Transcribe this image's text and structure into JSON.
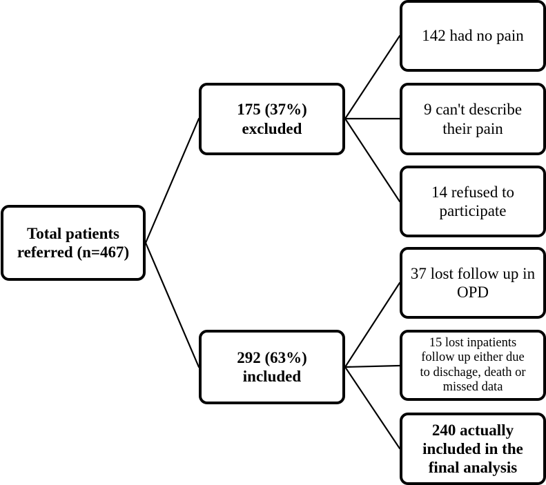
{
  "diagram": {
    "root": {
      "text": "Total patients\nreferred (n=467)"
    },
    "excluded": {
      "text": "175 (37%)\nexcluded",
      "children": [
        {
          "text": "142  had no pain"
        },
        {
          "text": "9 can't describe\ntheir pain"
        },
        {
          "text": "14 refused to\nparticipate"
        }
      ]
    },
    "included": {
      "text": "292 (63%)\nincluded",
      "children": [
        {
          "text": "37 lost follow up in\nOPD"
        },
        {
          "text": "15 lost inpatients\nfollow up either due\nto dischage, death or\nmissed data"
        },
        {
          "text": "240 actually\nincluded in the\nfinal analysis"
        }
      ]
    }
  },
  "colors": {
    "border": "#000000",
    "background": "#ffffff",
    "text": "#000000"
  }
}
